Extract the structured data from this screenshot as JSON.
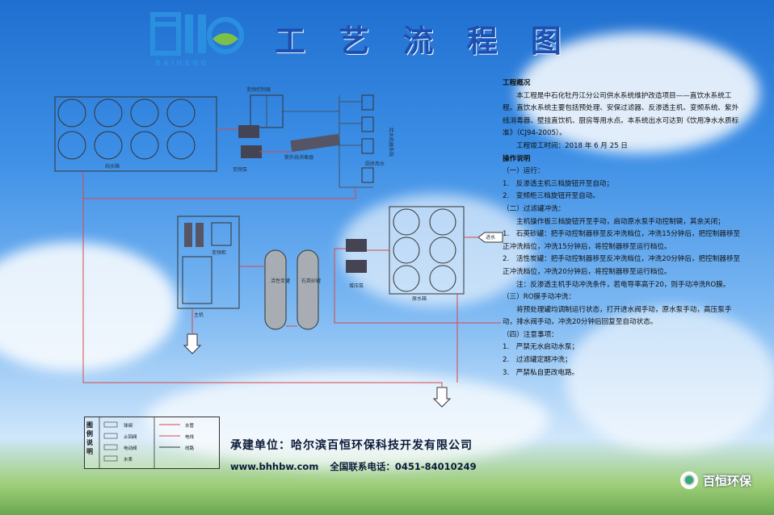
{
  "logo": {
    "text": "BAIHENG"
  },
  "title": "工 艺 流 程 图",
  "diagram": {
    "pure_water_tank": "纯水箱",
    "variable_freq_controller": "变频控制器",
    "variable_freq_pump": "变频泵",
    "uv_sterilizer": "紫外线消毒器",
    "right_column_label_1": "给水机器系统",
    "right_column_label_2": "厨房用水",
    "main_machine": "主机",
    "variable_freq_cabinet": "变频柜",
    "activated_carbon": "活性炭罐",
    "quartz_sand": "石英砂罐",
    "raw_water_tank": "原水箱",
    "booster_pump": "增压泵",
    "inlet": "进水"
  },
  "notes": {
    "h1": "工程概况",
    "p1": "本工程是中石化牡丹江分公司供水系统维护改造项目——直饮水系统工程。直饮水系统主要包括预处理、安保过滤器、反渗透主机、变频系统、紫外线消毒器、壁挂直饮机、厨房等用水点。本系统出水可达到《饮用净水水质标准》（CJ94-2005）。",
    "p2": "工程竣工时间：2018 年 6 月 25 日",
    "h2": "操作说明",
    "s1": "（一）运行：",
    "s1a": "1.　反渗透主机三档旋钮开至自动；",
    "s1b": "2.　变频柜三档旋钮开至自动。",
    "s2": "（二）过滤罐冲洗：",
    "s2p": "主机操作板三档旋钮开至手动，启动原水泵手动控制键，其余关闭；",
    "s2a": "1.　石英砂罐：把手动控制器移至反冲洗档位，冲洗15分钟后，把控制器移至正冲洗档位，冲洗15分钟后，将控制器移至运行档位。",
    "s2b": "2.　活性炭罐：把手动控制器移至反冲洗档位，冲洗20分钟后，把控制器移至正冲洗档位，冲洗20分钟后，将控制器移至运行档位。",
    "s2n": "注：反渗透主机手动冲洗条件，若电导率高于20，则手动冲洗RO膜。",
    "s3": "（三）RO膜手动冲洗：",
    "s3p": "将预处理罐均调制运行状态，打开进水阀手动，原水泵手动，高压泵手动，排水阀手动，冲洗20分钟后回复至自动状态。",
    "s4": "（四）注意事项：",
    "s4a": "1.　严禁无水启动水泵；",
    "s4b": "2.　过滤罐定期冲洗；",
    "s4c": "3.　严禁私自更改电路。"
  },
  "legend": {
    "title": "图例说明",
    "r1a": "球阀",
    "r1b": "水管",
    "r2a": "止回阀",
    "r2b": "电线",
    "r3a": "电动阀",
    "r3b": "线路",
    "r4a": "水表"
  },
  "footer": {
    "builder": "承建单位：哈尔滨百恒环保科技开发有限公司",
    "website": "www.bhhbw.com",
    "phone": "全国联系电话：0451-84010249",
    "brand": "百恒环保"
  }
}
